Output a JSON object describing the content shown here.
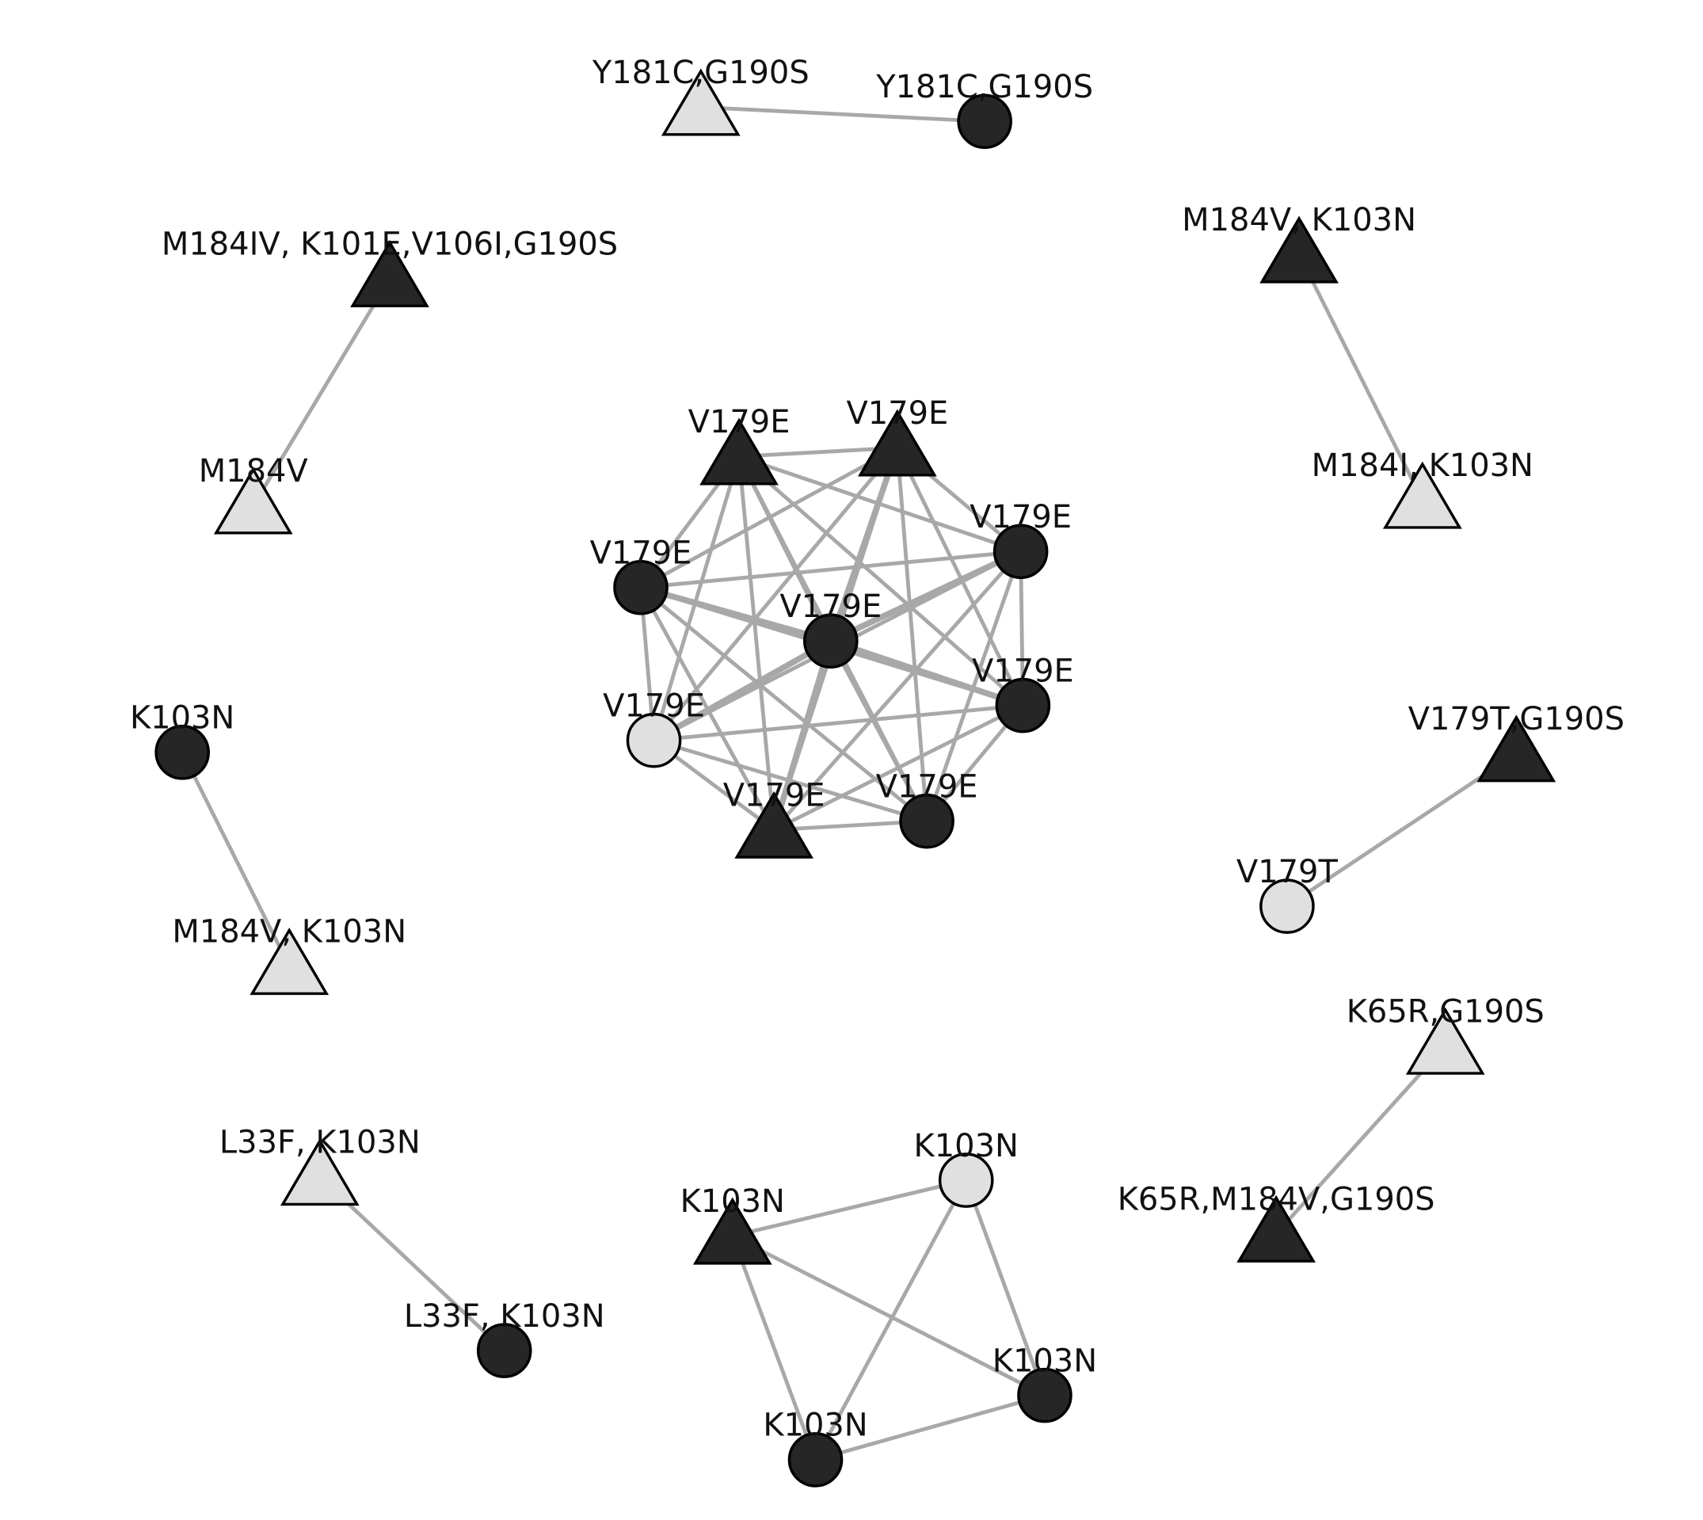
{
  "colors": {
    "dark": "#262626",
    "light": "#e0e0e0",
    "edge": "#a8a8a8",
    "stroke": "#000000"
  },
  "nodes": [
    {
      "label": "Y181C,G190S",
      "shape": "triangle",
      "fill": "light"
    },
    {
      "label": "Y181C,G190S",
      "shape": "circle",
      "fill": "dark"
    },
    {
      "label": "M184IV, K101E,V106I,G190S",
      "shape": "triangle",
      "fill": "dark"
    },
    {
      "label": "M184V",
      "shape": "triangle",
      "fill": "light"
    },
    {
      "label": "M184V, K103N",
      "shape": "triangle",
      "fill": "dark"
    },
    {
      "label": "M184I, K103N",
      "shape": "triangle",
      "fill": "light"
    },
    {
      "label": "V179E",
      "shape": "triangle",
      "fill": "dark"
    },
    {
      "label": "V179E",
      "shape": "triangle",
      "fill": "dark"
    },
    {
      "label": "V179E",
      "shape": "circle",
      "fill": "dark"
    },
    {
      "label": "V179E",
      "shape": "circle",
      "fill": "dark"
    },
    {
      "label": "V179E",
      "shape": "circle",
      "fill": "dark"
    },
    {
      "label": "V179E",
      "shape": "circle",
      "fill": "dark"
    },
    {
      "label": "V179E",
      "shape": "circle",
      "fill": "light"
    },
    {
      "label": "V179E",
      "shape": "triangle",
      "fill": "dark"
    },
    {
      "label": "V179E",
      "shape": "circle",
      "fill": "dark"
    },
    {
      "label": "K103N",
      "shape": "circle",
      "fill": "dark"
    },
    {
      "label": "M184V, K103N",
      "shape": "triangle",
      "fill": "light"
    },
    {
      "label": "V179T,G190S",
      "shape": "triangle",
      "fill": "dark"
    },
    {
      "label": "V179T",
      "shape": "circle",
      "fill": "light"
    },
    {
      "label": "K65R,G190S",
      "shape": "triangle",
      "fill": "light"
    },
    {
      "label": "K65R,M184V,G190S",
      "shape": "triangle",
      "fill": "dark"
    },
    {
      "label": "L33F, K103N",
      "shape": "triangle",
      "fill": "light"
    },
    {
      "label": "L33F, K103N",
      "shape": "circle",
      "fill": "dark"
    },
    {
      "label": "K103N",
      "shape": "triangle",
      "fill": "dark"
    },
    {
      "label": "K103N",
      "shape": "circle",
      "fill": "light"
    },
    {
      "label": "K103N",
      "shape": "circle",
      "fill": "dark"
    },
    {
      "label": "K103N",
      "shape": "circle",
      "fill": "dark"
    }
  ],
  "edges": [
    [
      0,
      1,
      1
    ],
    [
      2,
      3,
      1
    ],
    [
      4,
      5,
      1
    ],
    [
      15,
      16,
      1
    ],
    [
      17,
      18,
      1
    ],
    [
      19,
      20,
      1
    ],
    [
      21,
      22,
      1
    ],
    [
      6,
      7,
      1
    ],
    [
      6,
      8,
      1
    ],
    [
      6,
      9,
      1
    ],
    [
      6,
      10,
      1
    ],
    [
      6,
      11,
      1
    ],
    [
      6,
      12,
      1
    ],
    [
      6,
      13,
      1
    ],
    [
      6,
      14,
      1
    ],
    [
      7,
      8,
      1
    ],
    [
      7,
      9,
      1
    ],
    [
      7,
      10,
      2
    ],
    [
      7,
      11,
      1
    ],
    [
      7,
      12,
      1
    ],
    [
      7,
      13,
      1
    ],
    [
      7,
      14,
      1
    ],
    [
      8,
      9,
      1
    ],
    [
      8,
      10,
      2
    ],
    [
      8,
      11,
      1
    ],
    [
      8,
      12,
      1
    ],
    [
      8,
      13,
      1
    ],
    [
      8,
      14,
      1
    ],
    [
      9,
      10,
      2
    ],
    [
      9,
      11,
      1
    ],
    [
      9,
      12,
      1
    ],
    [
      9,
      13,
      1
    ],
    [
      9,
      14,
      1
    ],
    [
      10,
      11,
      2
    ],
    [
      10,
      12,
      2
    ],
    [
      10,
      13,
      2
    ],
    [
      10,
      14,
      1
    ],
    [
      11,
      12,
      1
    ],
    [
      11,
      13,
      1
    ],
    [
      11,
      14,
      1
    ],
    [
      12,
      13,
      1
    ],
    [
      12,
      14,
      1
    ],
    [
      13,
      14,
      1
    ],
    [
      23,
      24,
      1
    ],
    [
      23,
      25,
      1
    ],
    [
      23,
      26,
      1
    ],
    [
      24,
      25,
      1
    ],
    [
      24,
      26,
      1
    ],
    [
      25,
      26,
      1
    ]
  ]
}
